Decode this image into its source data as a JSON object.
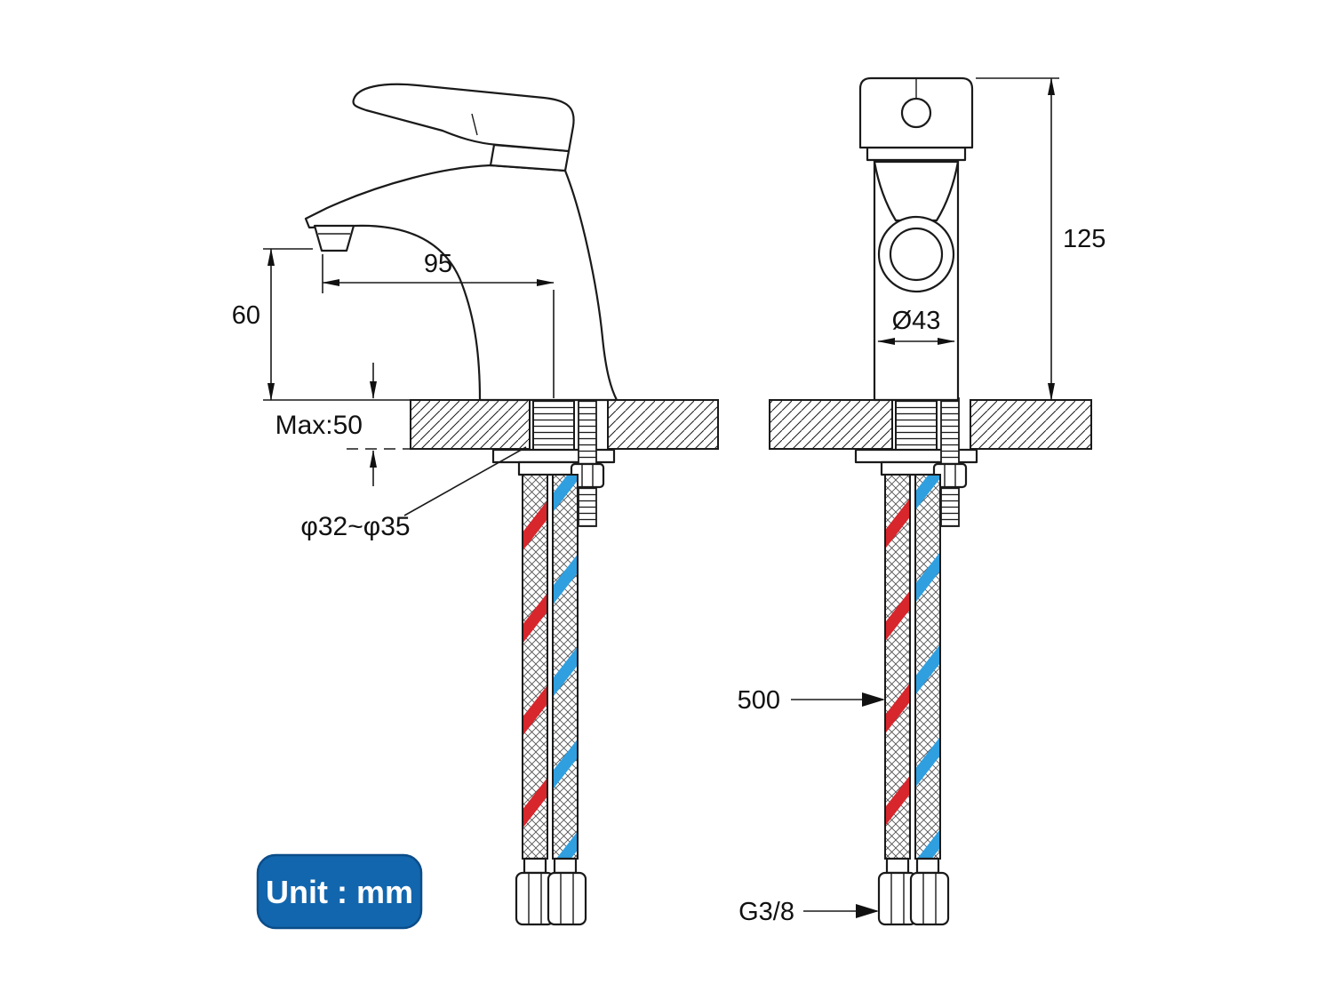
{
  "drawing": {
    "unit_label": "Unit : mm",
    "dims": {
      "spout_reach": "95",
      "spout_height": "60",
      "deck_max": "Max:50",
      "hole_range": "φ32~φ35",
      "total_height": "125",
      "body_dia": "Ø43",
      "hose_length": "500",
      "thread_size": "G3/8"
    },
    "colors": {
      "line": "#1a1a1a",
      "hot": "#d7262c",
      "cold": "#2f9fe0",
      "badge_bg": "#1266ad",
      "badge_text": "#ffffff"
    }
  }
}
